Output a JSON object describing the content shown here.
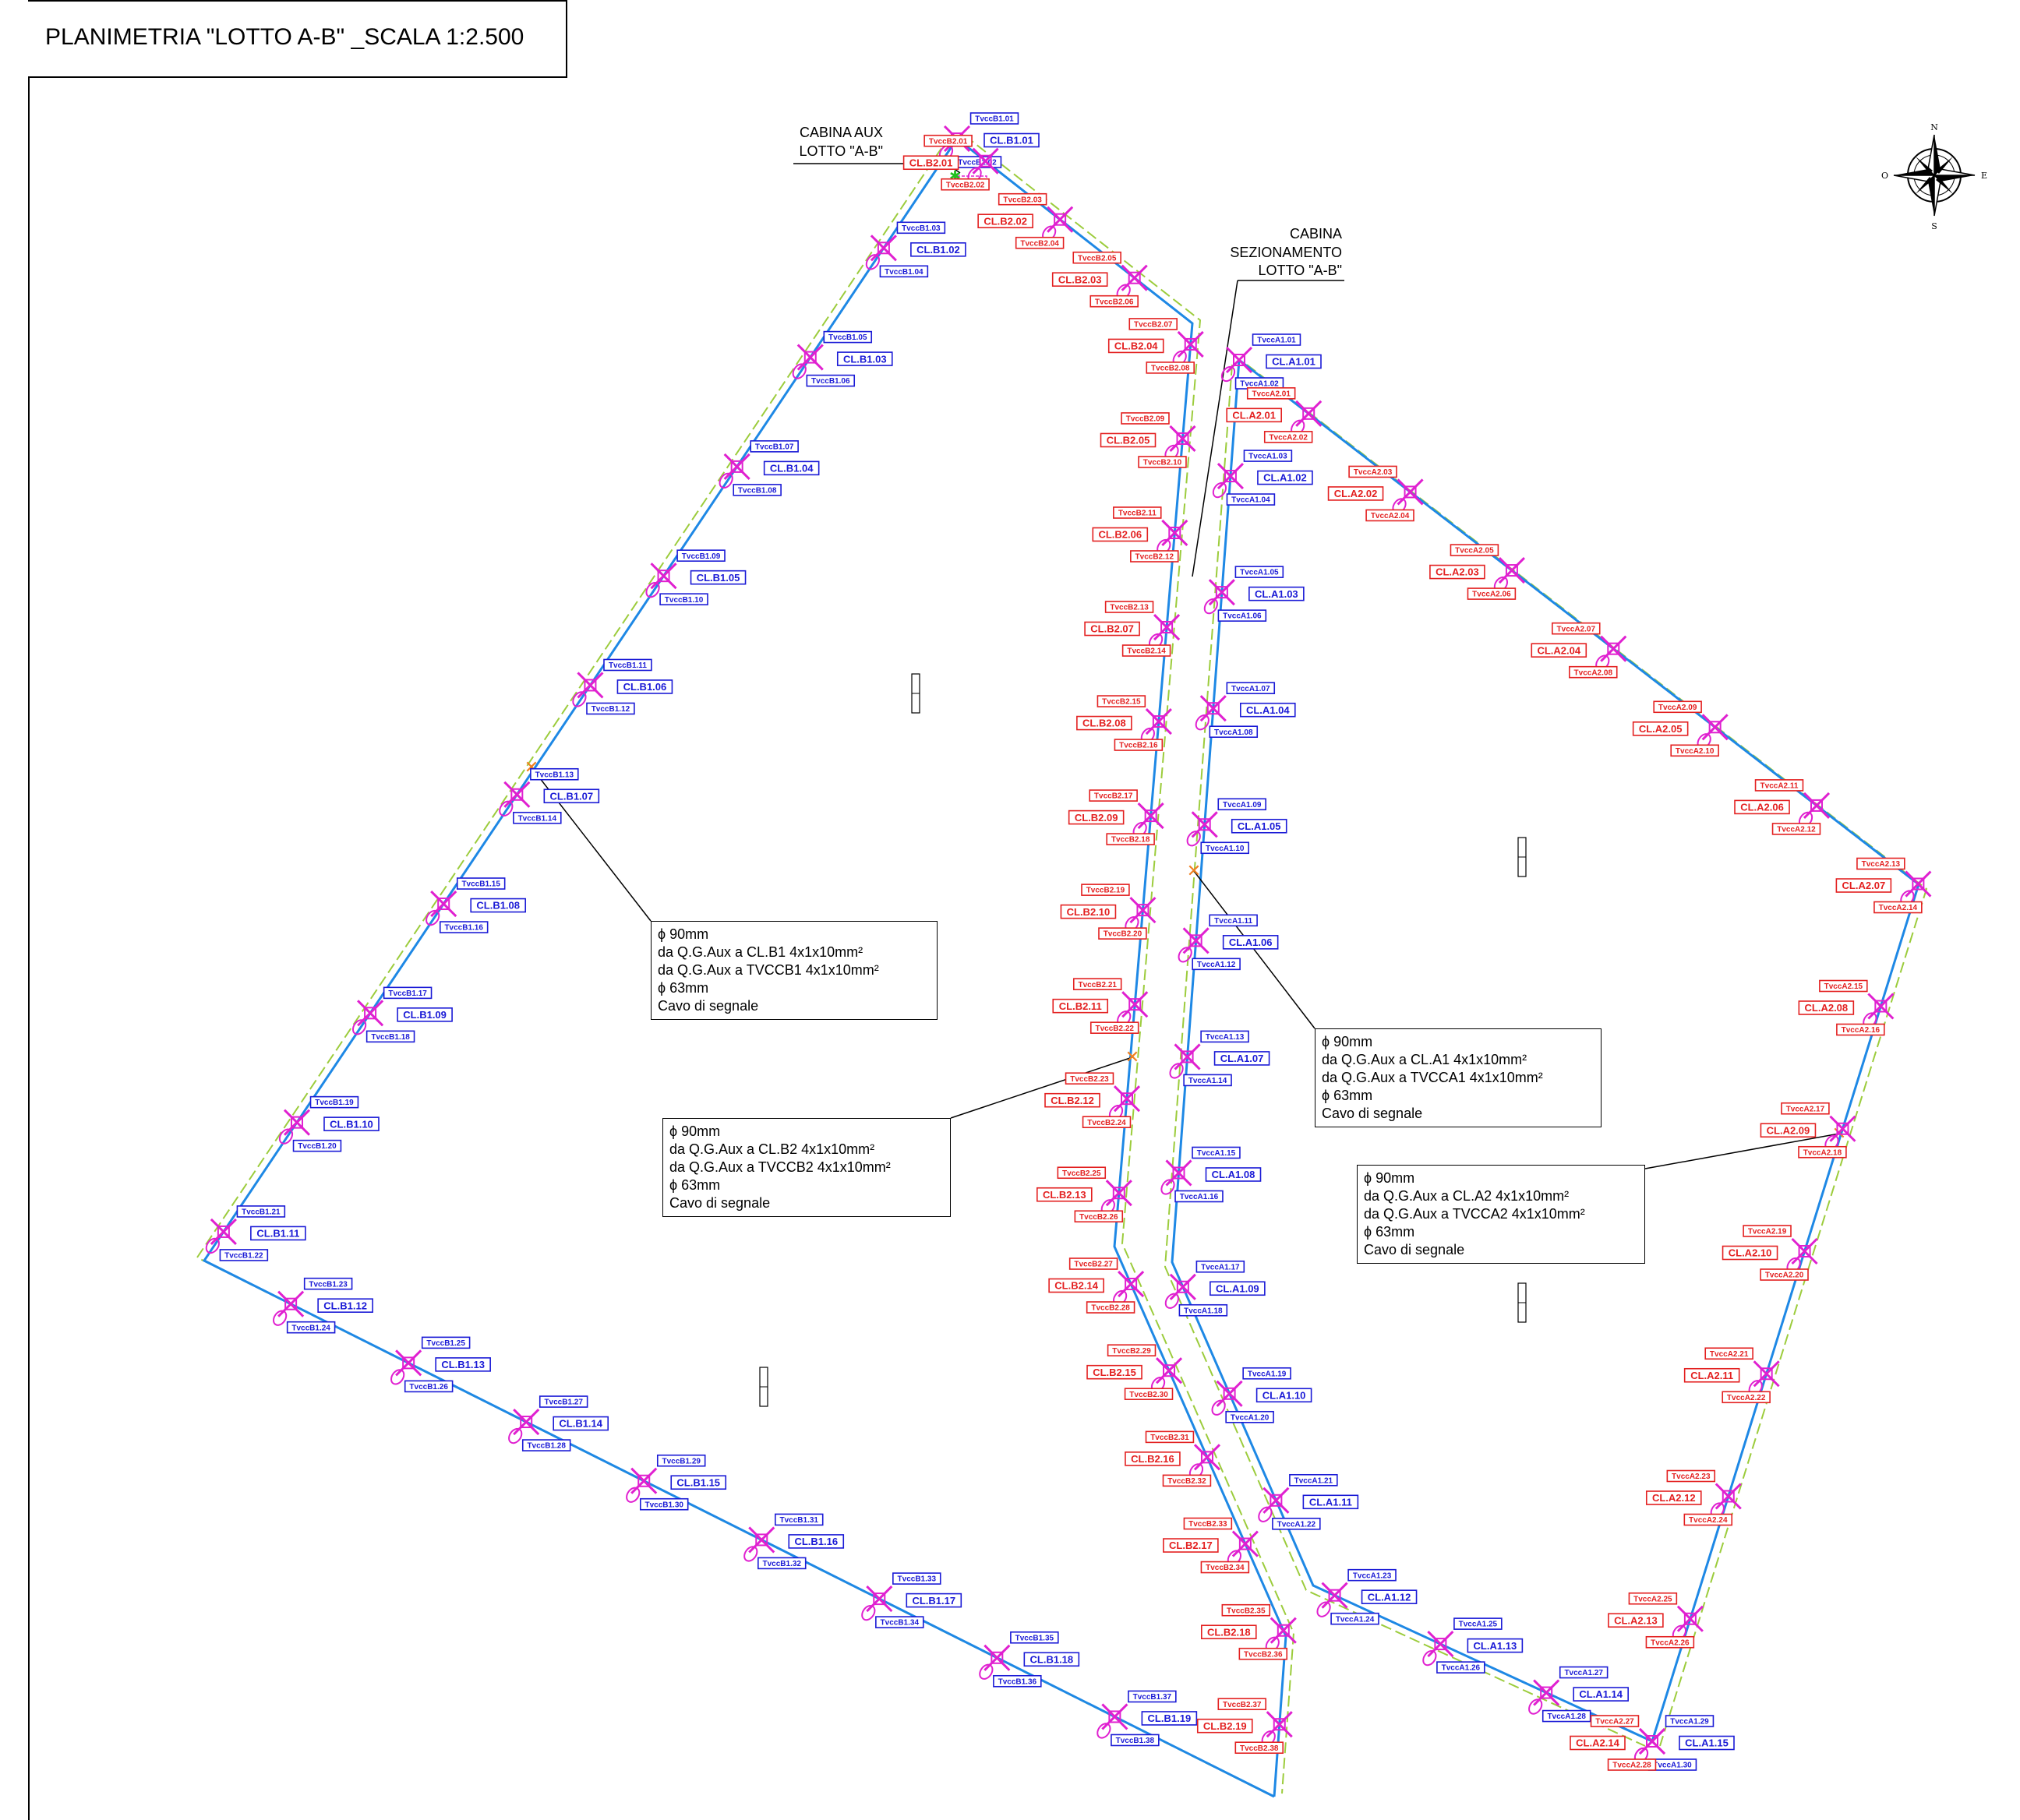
{
  "title": "PLANIMETRIA  \"LOTTO A-B\" _SCALA 1:2.500",
  "cabins": {
    "aux": [
      "CABINA AUX",
      "LOTTO \"A-B\""
    ],
    "sez": [
      "CABINA",
      "SEZIONAMENTO",
      "LOTTO \"A-B\""
    ]
  },
  "compass": {
    "n": "N",
    "s": "S",
    "e": "E",
    "o": "O"
  },
  "notes": [
    {
      "id": "B1",
      "lines": [
        "ϕ 90mm",
        "da Q.G.Aux a CL.B1 4x1x10mm²",
        "da Q.G.Aux a TVCCB1 4x1x10mm²",
        "ϕ 63mm",
        "Cavo di segnale"
      ]
    },
    {
      "id": "B2",
      "lines": [
        "ϕ 90mm",
        "da Q.G.Aux a CL.B2 4x1x10mm²",
        "da Q.G.Aux a TVCCB2 4x1x10mm²",
        "ϕ 63mm",
        "Cavo di segnale"
      ]
    },
    {
      "id": "A1",
      "lines": [
        "ϕ 90mm",
        "da Q.G.Aux a CL.A1 4x1x10mm²",
        "da Q.G.Aux a TVCCA1 4x1x10mm²",
        "ϕ 63mm",
        "Cavo di segnale"
      ]
    },
    {
      "id": "A2",
      "lines": [
        "ϕ 90mm",
        "da Q.G.Aux a CL.A2 4x1x10mm²",
        "da Q.G.Aux a TVCCA2 4x1x10mm²",
        "ϕ 63mm",
        "Cavo di segnale"
      ]
    }
  ],
  "colors": {
    "fence": "#1e88e5",
    "offset": "#9ccc3c",
    "blue_tag": "#1a1ad6",
    "red_tag": "#e32020",
    "fixture": "#e020d0"
  },
  "groups": {
    "B1": {
      "color": "blue",
      "poles": [
        {
          "cl": "CL.B1.01",
          "tv": [
            "TvccB1.01",
            "TvccB1.02"
          ]
        },
        {
          "cl": "CL.B1.02",
          "tv": [
            "TvccB1.03",
            "TvccB1.04"
          ]
        },
        {
          "cl": "CL.B1.03",
          "tv": [
            "TvccB1.05",
            "TvccB1.06"
          ]
        },
        {
          "cl": "CL.B1.04",
          "tv": [
            "TvccB1.07",
            "TvccB1.08"
          ]
        },
        {
          "cl": "CL.B1.05",
          "tv": [
            "TvccB1.09",
            "TvccB1.10"
          ]
        },
        {
          "cl": "CL.B1.06",
          "tv": [
            "TvccB1.11",
            "TvccB1.12"
          ]
        },
        {
          "cl": "CL.B1.07",
          "tv": [
            "TvccB1.13",
            "TvccB1.14"
          ]
        },
        {
          "cl": "CL.B1.08",
          "tv": [
            "TvccB1.15",
            "TvccB1.16"
          ]
        },
        {
          "cl": "CL.B1.09",
          "tv": [
            "TvccB1.17",
            "TvccB1.18"
          ]
        },
        {
          "cl": "CL.B1.10",
          "tv": [
            "TvccB1.19",
            "TvccB1.20"
          ]
        },
        {
          "cl": "CL.B1.11",
          "tv": [
            "TvccB1.21",
            "TvccB1.22"
          ]
        },
        {
          "cl": "CL.B1.12",
          "tv": [
            "TvccB1.23",
            "TvccB1.24"
          ]
        },
        {
          "cl": "CL.B1.13",
          "tv": [
            "TvccB1.25",
            "TvccB1.26"
          ]
        },
        {
          "cl": "CL.B1.14",
          "tv": [
            "TvccB1.27",
            "TvccB1.28"
          ]
        },
        {
          "cl": "CL.B1.15",
          "tv": [
            "TvccB1.29",
            "TvccB1.30"
          ]
        },
        {
          "cl": "CL.B1.16",
          "tv": [
            "TvccB1.31",
            "TvccB1.32"
          ]
        },
        {
          "cl": "CL.B1.17",
          "tv": [
            "TvccB1.33",
            "TvccB1.34"
          ]
        },
        {
          "cl": "CL.B1.18",
          "tv": [
            "TvccB1.35",
            "TvccB1.36"
          ]
        },
        {
          "cl": "CL.B1.19",
          "tv": [
            "TvccB1.37",
            "TvccB1.38"
          ]
        }
      ]
    },
    "B2": {
      "color": "red",
      "poles": [
        {
          "cl": "CL.B2.01",
          "tv": [
            "TvccB2.01",
            "TvccB2.02"
          ]
        },
        {
          "cl": "CL.B2.02",
          "tv": [
            "TvccB2.03",
            "TvccB2.04"
          ]
        },
        {
          "cl": "CL.B2.03",
          "tv": [
            "TvccB2.05",
            "TvccB2.06"
          ]
        },
        {
          "cl": "CL.B2.04",
          "tv": [
            "TvccB2.07",
            "TvccB2.08"
          ]
        },
        {
          "cl": "CL.B2.05",
          "tv": [
            "TvccB2.09",
            "TvccB2.10"
          ]
        },
        {
          "cl": "CL.B2.06",
          "tv": [
            "TvccB2.11",
            "TvccB2.12"
          ]
        },
        {
          "cl": "CL.B2.07",
          "tv": [
            "TvccB2.13",
            "TvccB2.14"
          ]
        },
        {
          "cl": "CL.B2.08",
          "tv": [
            "TvccB2.15",
            "TvccB2.16"
          ]
        },
        {
          "cl": "CL.B2.09",
          "tv": [
            "TvccB2.17",
            "TvccB2.18"
          ]
        },
        {
          "cl": "CL.B2.10",
          "tv": [
            "TvccB2.19",
            "TvccB2.20"
          ]
        },
        {
          "cl": "CL.B2.11",
          "tv": [
            "TvccB2.21",
            "TvccB2.22"
          ]
        },
        {
          "cl": "CL.B2.12",
          "tv": [
            "TvccB2.23",
            "TvccB2.24"
          ]
        },
        {
          "cl": "CL.B2.13",
          "tv": [
            "TvccB2.25",
            "TvccB2.26"
          ]
        },
        {
          "cl": "CL.B2.14",
          "tv": [
            "TvccB2.27",
            "TvccB2.28"
          ]
        },
        {
          "cl": "CL.B2.15",
          "tv": [
            "TvccB2.29",
            "TvccB2.30"
          ]
        },
        {
          "cl": "CL.B2.16",
          "tv": [
            "TvccB2.31",
            "TvccB2.32"
          ]
        },
        {
          "cl": "CL.B2.17",
          "tv": [
            "TvccB2.33",
            "TvccB2.34"
          ]
        },
        {
          "cl": "CL.B2.18",
          "tv": [
            "TvccB2.35",
            "TvccB2.36"
          ]
        },
        {
          "cl": "CL.B2.19",
          "tv": [
            "TvccB2.37",
            "TvccB2.38"
          ]
        }
      ]
    },
    "A1": {
      "color": "blue",
      "poles": [
        {
          "cl": "CL.A1.01",
          "tv": [
            "TvccA1.01",
            "TvccA1.02"
          ]
        },
        {
          "cl": "CL.A1.02",
          "tv": [
            "TvccA1.03",
            "TvccA1.04"
          ]
        },
        {
          "cl": "CL.A1.03",
          "tv": [
            "TvccA1.05",
            "TvccA1.06"
          ]
        },
        {
          "cl": "CL.A1.04",
          "tv": [
            "TvccA1.07",
            "TvccA1.08"
          ]
        },
        {
          "cl": "CL.A1.05",
          "tv": [
            "TvccA1.09",
            "TvccA1.10"
          ]
        },
        {
          "cl": "CL.A1.06",
          "tv": [
            "TvccA1.11",
            "TvccA1.12"
          ]
        },
        {
          "cl": "CL.A1.07",
          "tv": [
            "TvccA1.13",
            "TvccA1.14"
          ]
        },
        {
          "cl": "CL.A1.08",
          "tv": [
            "TvccA1.15",
            "TvccA1.16"
          ]
        },
        {
          "cl": "CL.A1.09",
          "tv": [
            "TvccA1.17",
            "TvccA1.18"
          ]
        },
        {
          "cl": "CL.A1.10",
          "tv": [
            "TvccA1.19",
            "TvccA1.20"
          ]
        },
        {
          "cl": "CL.A1.11",
          "tv": [
            "TvccA1.21",
            "TvccA1.22"
          ]
        },
        {
          "cl": "CL.A1.12",
          "tv": [
            "TvccA1.23",
            "TvccA1.24"
          ]
        },
        {
          "cl": "CL.A1.13",
          "tv": [
            "TvccA1.25",
            "TvccA1.26"
          ]
        },
        {
          "cl": "CL.A1.14",
          "tv": [
            "TvccA1.27",
            "TvccA1.28"
          ]
        },
        {
          "cl": "CL.A1.15",
          "tv": [
            "TvccA1.29",
            "TvccA1.30"
          ]
        }
      ]
    },
    "A2": {
      "color": "red",
      "poles": [
        {
          "cl": "CL.A2.01",
          "tv": [
            "TvccA2.01",
            "TvccA2.02"
          ]
        },
        {
          "cl": "CL.A2.02",
          "tv": [
            "TvccA2.03",
            "TvccA2.04"
          ]
        },
        {
          "cl": "CL.A2.03",
          "tv": [
            "TvccA2.05",
            "TvccA2.06"
          ]
        },
        {
          "cl": "CL.A2.04",
          "tv": [
            "TvccA2.07",
            "TvccA2.08"
          ]
        },
        {
          "cl": "CL.A2.05",
          "tv": [
            "TvccA2.09",
            "TvccA2.10"
          ]
        },
        {
          "cl": "CL.A2.06",
          "tv": [
            "TvccA2.11",
            "TvccA2.12"
          ]
        },
        {
          "cl": "CL.A2.07",
          "tv": [
            "TvccA2.13",
            "TvccA2.14"
          ]
        },
        {
          "cl": "CL.A2.08",
          "tv": [
            "TvccA2.15",
            "TvccA2.16"
          ]
        },
        {
          "cl": "CL.A2.09",
          "tv": [
            "TvccA2.17",
            "TvccA2.18"
          ]
        },
        {
          "cl": "CL.A2.10",
          "tv": [
            "TvccA2.19",
            "TvccA2.20"
          ]
        },
        {
          "cl": "CL.A2.11",
          "tv": [
            "TvccA2.21",
            "TvccA2.22"
          ]
        },
        {
          "cl": "CL.A2.12",
          "tv": [
            "TvccA2.23",
            "TvccA2.24"
          ]
        },
        {
          "cl": "CL.A2.13",
          "tv": [
            "TvccA2.25",
            "TvccA2.26"
          ]
        },
        {
          "cl": "CL.A2.14",
          "tv": [
            "TvccA2.27",
            "TvccA2.28"
          ]
        }
      ]
    }
  }
}
